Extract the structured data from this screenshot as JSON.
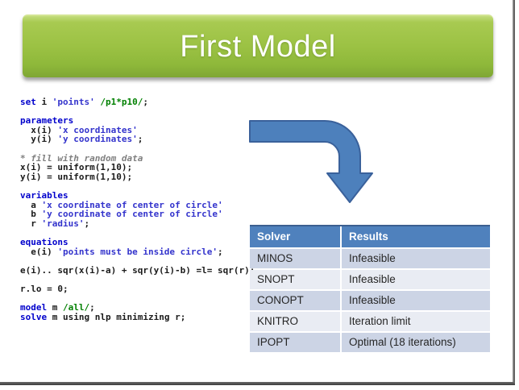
{
  "slide": {
    "title": "First Model"
  },
  "code": {
    "lines": [
      [
        {
          "t": "set",
          "c": "kw"
        },
        {
          "t": " i ",
          "c": "pl"
        },
        {
          "t": "'points'",
          "c": "str"
        },
        {
          "t": " ",
          "c": "pl"
        },
        {
          "t": "/p1*p10/",
          "c": "setl"
        },
        {
          "t": ";",
          "c": "pl"
        }
      ],
      [],
      [
        {
          "t": "parameters",
          "c": "kw"
        }
      ],
      [
        {
          "t": "  x(i) ",
          "c": "pl"
        },
        {
          "t": "'x coordinates'",
          "c": "str"
        }
      ],
      [
        {
          "t": "  y(i) ",
          "c": "pl"
        },
        {
          "t": "'y coordinates'",
          "c": "str"
        },
        {
          "t": ";",
          "c": "pl"
        }
      ],
      [],
      [
        {
          "t": "* fill with random data",
          "c": "com"
        }
      ],
      [
        {
          "t": "x(i) = uniform(1,10);",
          "c": "pl"
        }
      ],
      [
        {
          "t": "y(i) = uniform(1,10);",
          "c": "pl"
        }
      ],
      [],
      [
        {
          "t": "variables",
          "c": "kw"
        }
      ],
      [
        {
          "t": "  a ",
          "c": "pl"
        },
        {
          "t": "'x coordinate of center of circle'",
          "c": "str"
        }
      ],
      [
        {
          "t": "  b ",
          "c": "pl"
        },
        {
          "t": "'y coordinate of center of circle'",
          "c": "str"
        }
      ],
      [
        {
          "t": "  r ",
          "c": "pl"
        },
        {
          "t": "'radius'",
          "c": "str"
        },
        {
          "t": ";",
          "c": "pl"
        }
      ],
      [],
      [
        {
          "t": "equations",
          "c": "kw"
        }
      ],
      [
        {
          "t": "  e(i) ",
          "c": "pl"
        },
        {
          "t": "'points must be inside circle'",
          "c": "str"
        },
        {
          "t": ";",
          "c": "pl"
        }
      ],
      [],
      [
        {
          "t": "e(i).. sqr(x(i)-a) + sqr(y(i)-b) =l= sqr(r);",
          "c": "pl"
        }
      ],
      [],
      [
        {
          "t": "r.lo = 0;",
          "c": "pl"
        }
      ],
      [],
      [
        {
          "t": "model",
          "c": "kw"
        },
        {
          "t": " m ",
          "c": "pl"
        },
        {
          "t": "/all/",
          "c": "setl"
        },
        {
          "t": ";",
          "c": "pl"
        }
      ],
      [
        {
          "t": "solve",
          "c": "kw"
        },
        {
          "t": " m using nlp minimizing r;",
          "c": "pl"
        }
      ]
    ]
  },
  "table": {
    "headers": [
      "Solver",
      "Results"
    ],
    "rows": [
      [
        "MINOS",
        "Infeasible"
      ],
      [
        "SNOPT",
        "Infeasible"
      ],
      [
        "CONOPT",
        "Infeasible"
      ],
      [
        "KNITRO",
        "Iteration limit"
      ],
      [
        "IPOPT",
        "Optimal (18 iterations)"
      ]
    ]
  },
  "colors": {
    "banner_green_top": "#a8ca51",
    "banner_green_bottom": "#7fa634",
    "table_header_blue": "#4f81bd",
    "table_band_dark": "#ccd4e5",
    "table_band_light": "#e9ecf3",
    "arrow_fill": "#4d80bc",
    "arrow_stroke": "#3a619b",
    "code_keyword_blue": "#0000cc",
    "code_string_blue": "#3333cc",
    "code_set_green": "#008000",
    "code_comment_gray": "#808080"
  }
}
